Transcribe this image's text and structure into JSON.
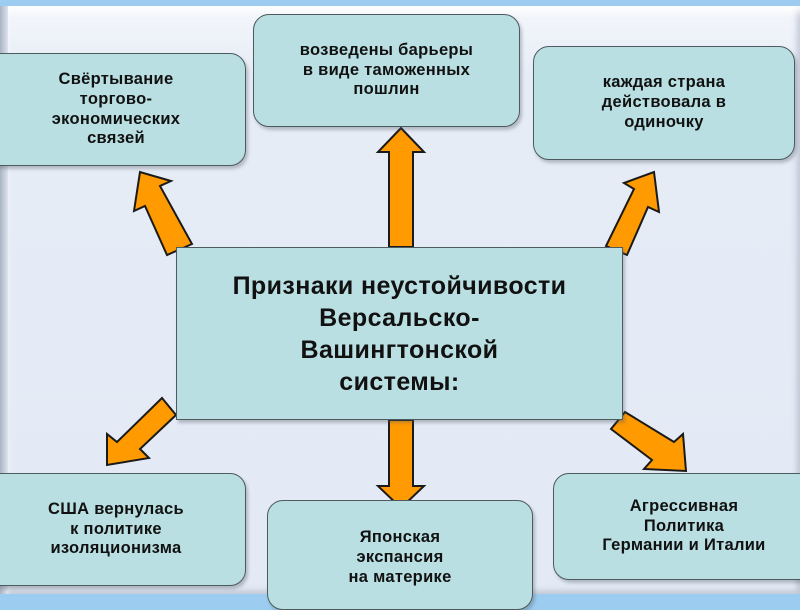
{
  "diagram": {
    "center": {
      "text": "Признаки неустойчивости\nВерсальско-\nВашингтонской\nсистемы:"
    },
    "nodes": [
      {
        "id": "top-left",
        "text": "Свёртывание\nторгово-\nэкономических\nсвязей"
      },
      {
        "id": "top-center",
        "text": "возведены барьеры\nв виде таможенных\nпошлин"
      },
      {
        "id": "top-right",
        "text": "каждая страна\nдействовала в\nодиночку"
      },
      {
        "id": "bottom-left",
        "text": "США вернулась\nк политике\nизоляционизма"
      },
      {
        "id": "bottom-center",
        "text": "Японская\nэкспансия\nна материке"
      },
      {
        "id": "bottom-right",
        "text": "Агрессивная\nПолитика\nГермании и Италии"
      }
    ],
    "colors": {
      "box_fill": "#b9dfe2",
      "arrow_fill": "#ff9a00",
      "background": "#e3eaf5"
    }
  }
}
